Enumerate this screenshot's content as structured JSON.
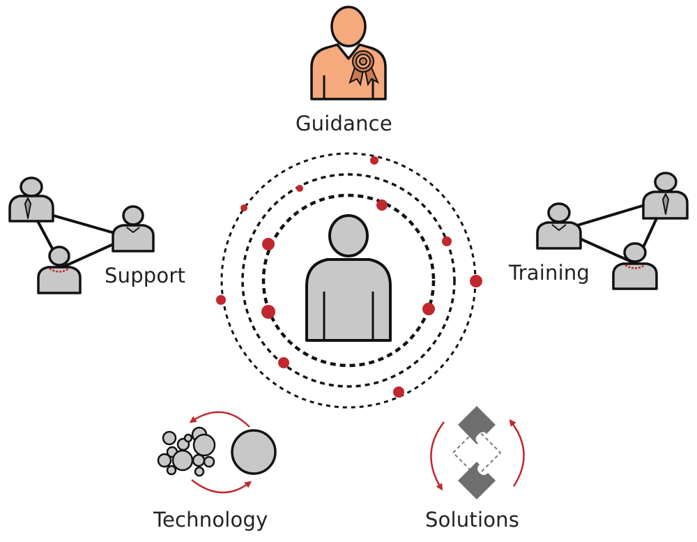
{
  "labels": {
    "guidance": "Guidance",
    "support": "Support",
    "training": "Training",
    "technology": "Technology",
    "solutions": "Solutions"
  },
  "colors": {
    "accent_red": "#c0282d",
    "person_gray": "#c8c8c8",
    "mentor_orange": "#f5a97c",
    "puzzle_gray": "#6e6e6e",
    "outline": "#111111"
  }
}
